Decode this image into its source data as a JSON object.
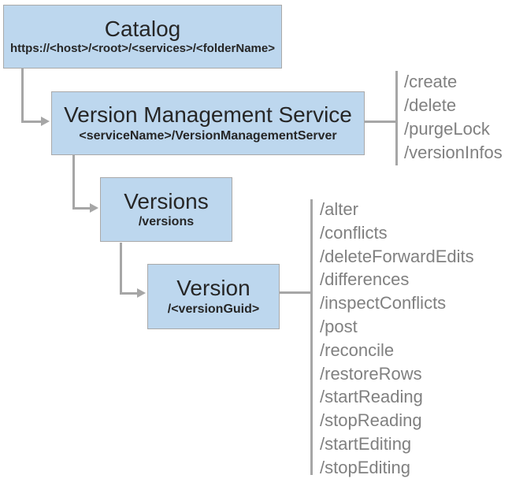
{
  "diagram": {
    "type": "rest-api-hierarchy",
    "colors": {
      "node_fill": "#BDD7EE",
      "node_border": "#A9A9A9",
      "connector": "#A6A6A6",
      "title_text": "#262626",
      "operation_text": "#808080",
      "background": "#FFFFFF"
    },
    "nodes": {
      "catalog": {
        "title": "Catalog",
        "subtitle": "https://<host>/<root>/<services>/<folderName>"
      },
      "service": {
        "title": "Version Management Service",
        "subtitle": "<serviceName>/VersionManagementServer"
      },
      "versions": {
        "title": "Versions",
        "subtitle": "/versions"
      },
      "version": {
        "title": "Version",
        "subtitle": "/<versionGuid>"
      }
    },
    "service_operations": [
      "/create",
      "/delete",
      "/purgeLock",
      "/versionInfos"
    ],
    "version_operations": [
      "/alter",
      "/conflicts",
      "/deleteForwardEdits",
      "/differences",
      "/inspectConflicts",
      "/post",
      "/reconcile",
      "/restoreRows",
      "/startReading",
      "/stopReading",
      "/startEditing",
      "/stopEditing"
    ]
  }
}
